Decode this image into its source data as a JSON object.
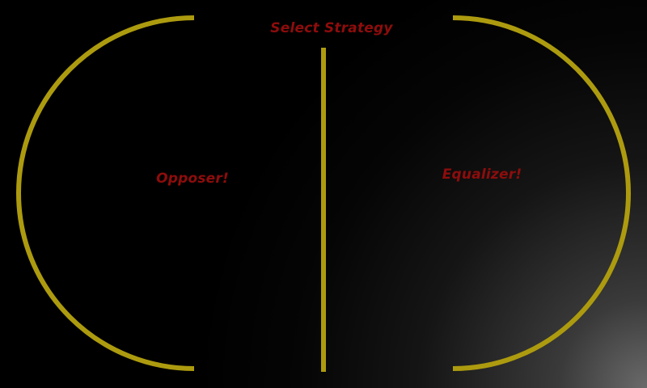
{
  "title": "Select Strategy",
  "options": [
    {
      "label": "Opposer!"
    },
    {
      "label": "Equalizer!"
    }
  ],
  "colors": {
    "frame": "#ad9b0f",
    "text": "#8e0c0c",
    "background": "#000000",
    "corner_glow": "#6a6a6a"
  }
}
